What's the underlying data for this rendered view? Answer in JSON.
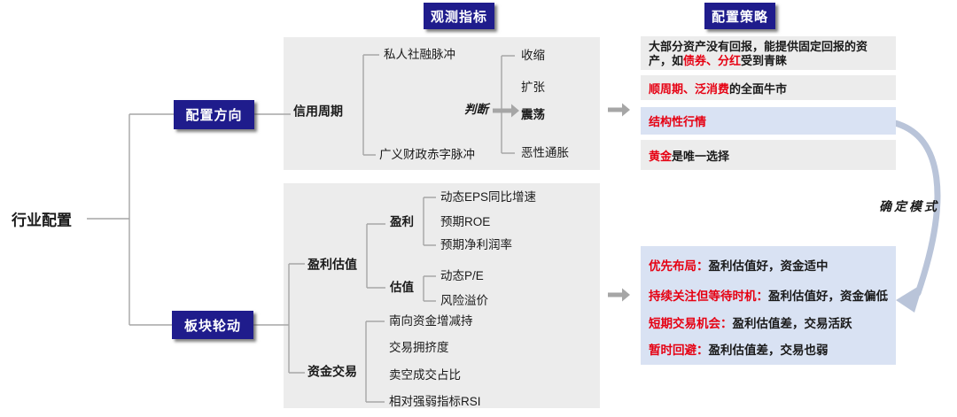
{
  "title": {
    "root": "行业配置"
  },
  "headers": {
    "observe": "观测指标",
    "strategy": "配置策略"
  },
  "left": {
    "direction": "配置方向",
    "rotation": "板块轮动"
  },
  "credit": {
    "label": "信用周期",
    "inputs": [
      "私人社融脉冲",
      "广义财政赤字脉冲"
    ],
    "judge": "判断",
    "outcomes": [
      "收缩",
      "扩张",
      "震荡",
      "恶性通胀"
    ]
  },
  "valuation": {
    "label": "盈利估值",
    "profit": {
      "label": "盈利",
      "items": [
        "动态EPS同比增速",
        "预期ROE",
        "预期净利润率"
      ]
    },
    "value": {
      "label": "估值",
      "items": [
        "动态P/E",
        "风险溢价"
      ]
    }
  },
  "funding": {
    "label": "资金交易",
    "items": [
      "南向资金增减持",
      "交易拥挤度",
      "卖空成交占比",
      "相对强弱指标RSI"
    ]
  },
  "strategies": {
    "r1_black1": "大部分资产没有回报，能提供固定回报的资产，如",
    "r1_red": "债券、分红",
    "r1_black2": "受到青睐",
    "r2_red": "顺周期、泛消费",
    "r2_black": "的全面牛市",
    "r3_red": "结构性行情",
    "r4_red": "黄金",
    "r4_black": "是唯一选择"
  },
  "mode": {
    "label": "确定模式",
    "r1_red": "优先布局：",
    "r1_black": "盈利估值好，资金适中",
    "r2_red": "持续关注但等待时机：",
    "r2_black": "盈利估值好，资金偏低",
    "r3_red": "短期交易机会：",
    "r3_black": "盈利估值差，交易活跃",
    "r4_red": "暂时回避：",
    "r4_black": "盈利估值差，交易也弱"
  },
  "colors": {
    "navy": "#1f1c8c",
    "panel_gray": "#ececec",
    "highlight_blue": "#d9e2f3",
    "red": "#e60012",
    "line_gray": "#a6a6a6",
    "swoosh_blue": "#b9c4d9"
  }
}
